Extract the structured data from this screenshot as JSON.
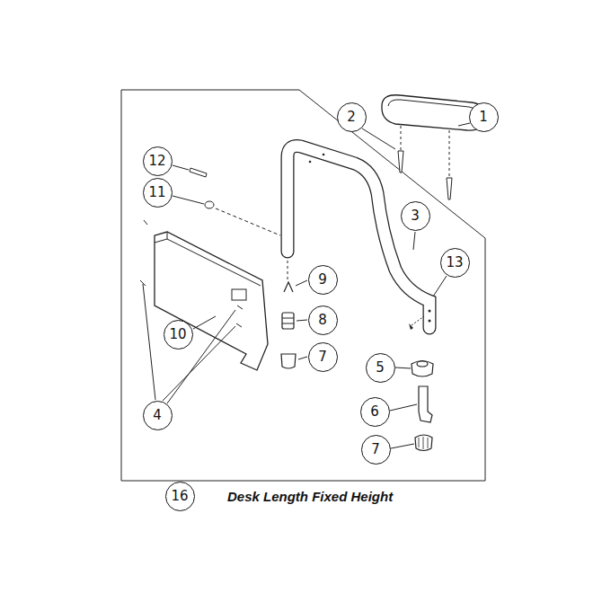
{
  "diagram": {
    "caption": "Desk Length Fixed Height",
    "labels": [
      "1",
      "2",
      "3",
      "13",
      "12",
      "11",
      "9",
      "8",
      "7",
      "10",
      "5",
      "6",
      "7",
      "4",
      "16"
    ]
  }
}
